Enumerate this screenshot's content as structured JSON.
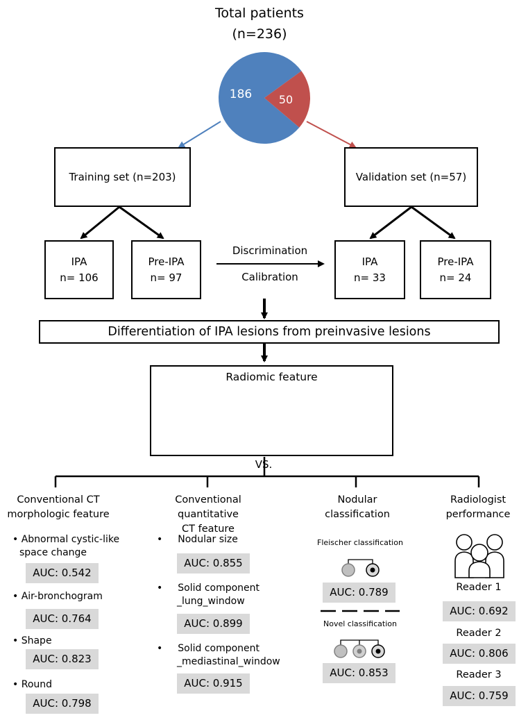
{
  "header": {
    "title": "Total patients",
    "subtitle": "(n=236)",
    "pie": [
      {
        "label": "186",
        "value": 186,
        "color": "#4f81bd"
      },
      {
        "label": "50",
        "value": 50,
        "color": "#c0504d"
      }
    ]
  },
  "sets": {
    "training": "Training set (n=203)",
    "validation": "Validation set (n=57)"
  },
  "groups": {
    "train_ipa": {
      "name": "IPA",
      "n": "n= 106"
    },
    "train_pre": {
      "name": "Pre-IPA",
      "n": "n= 97"
    },
    "val_ipa": {
      "name": "IPA",
      "n": "n= 33"
    },
    "val_pre": {
      "name": "Pre-IPA",
      "n": "n= 24"
    }
  },
  "arrow_labels": {
    "top": "Discrimination",
    "bottom": "Calibration"
  },
  "banner": "Differentiation of IPA lesions from preinvasive lesions",
  "radiomic": {
    "title": "Radiomic feature",
    "icons": [
      "person-lungs-icon",
      "ct-slice-icon",
      "texture-matrix-icon"
    ]
  },
  "vs": "VS.",
  "columns": {
    "morph": {
      "title_line1": "Conventional CT",
      "title_line2": "morphologic feature",
      "items": [
        {
          "label_line1": "Abnormal cystic-like",
          "label_line2": "space change",
          "auc": "AUC: 0.542"
        },
        {
          "label_line1": "Air-bronchogram",
          "label_line2": "",
          "auc": "AUC: 0.764"
        },
        {
          "label_line1": "Shape",
          "label_line2": "",
          "auc": "AUC: 0.823"
        },
        {
          "label_line1": "Round",
          "label_line2": "",
          "auc": "AUC: 0.798"
        }
      ]
    },
    "quant": {
      "title_line1": "Conventional quantitative",
      "title_line2": "CT feature",
      "items": [
        {
          "label_line1": "Nodular size",
          "label_line2": "",
          "auc": "AUC: 0.855"
        },
        {
          "label_line1": "Solid component",
          "label_line2": "_lung_window",
          "auc": "AUC: 0.899"
        },
        {
          "label_line1": "Solid component",
          "label_line2": "_mediastinal_window",
          "auc": "AUC: 0.915"
        }
      ]
    },
    "nodular": {
      "title_line1": "Nodular",
      "title_line2": "classification",
      "fleischer": "Fleischer classification",
      "fleischer_auc": "AUC: 0.789",
      "novel": "Novel classification",
      "novel_auc": "AUC: 0.853"
    },
    "radiologist": {
      "title_line1": "Radiologist",
      "title_line2": "performance",
      "readers": [
        {
          "name": "Reader 1",
          "auc": "AUC: 0.692"
        },
        {
          "name": "Reader 2",
          "auc": "AUC: 0.806"
        },
        {
          "name": "Reader 3",
          "auc": "AUC: 0.759"
        }
      ]
    }
  }
}
